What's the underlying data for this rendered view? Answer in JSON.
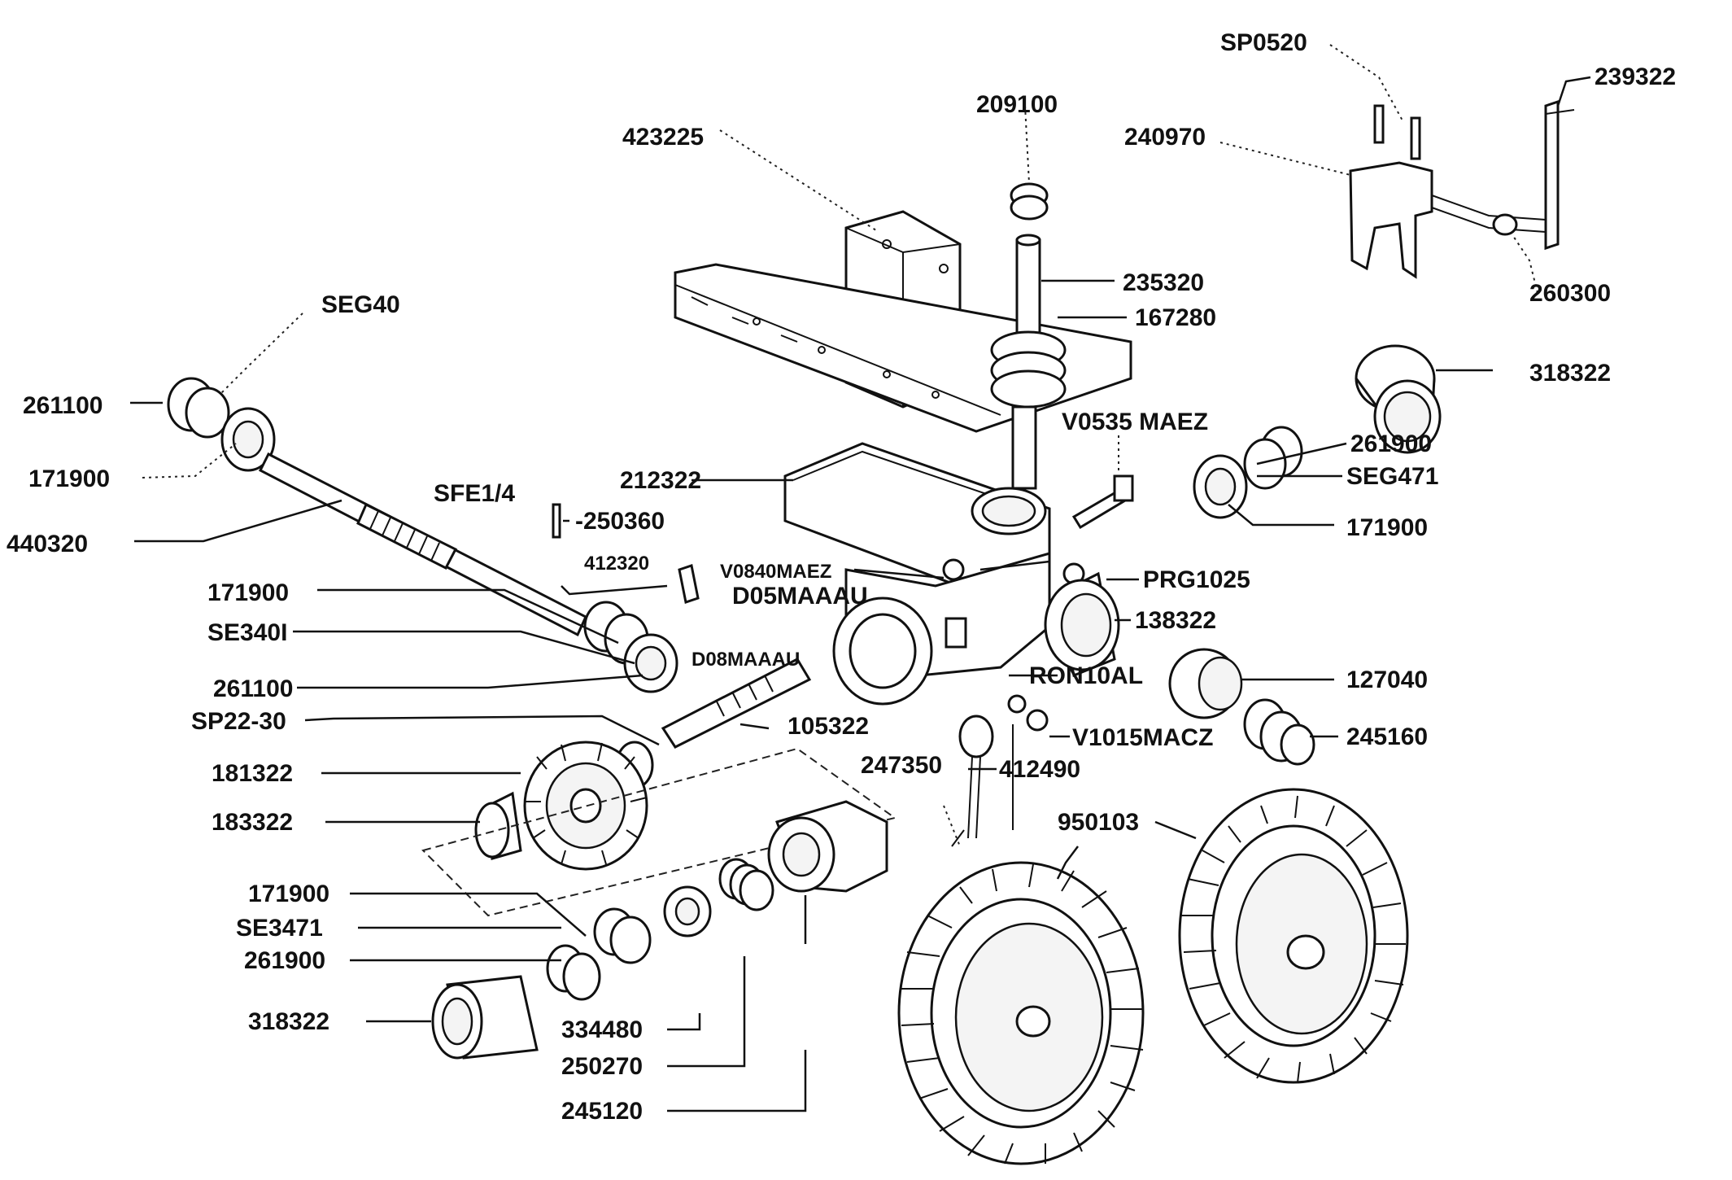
{
  "labels": [
    {
      "id": "l1",
      "text": "SP0520"
    },
    {
      "id": "l2",
      "text": "239322"
    },
    {
      "id": "l3",
      "text": "209100"
    },
    {
      "id": "l4",
      "text": "240970"
    },
    {
      "id": "l5",
      "text": "423225"
    },
    {
      "id": "l6",
      "text": "260300"
    },
    {
      "id": "l7",
      "text": "SEG40"
    },
    {
      "id": "l8",
      "text": "235320"
    },
    {
      "id": "l9",
      "text": "167280"
    },
    {
      "id": "l10",
      "text": "318322"
    },
    {
      "id": "l11",
      "text": "261100"
    },
    {
      "id": "l12",
      "text": "V0535 MAEZ"
    },
    {
      "id": "l13",
      "text": "261900"
    },
    {
      "id": "l14",
      "text": "171900"
    },
    {
      "id": "l15",
      "text": "SEG471"
    },
    {
      "id": "l16",
      "text": "212322"
    },
    {
      "id": "l17",
      "text": "SFE1/4"
    },
    {
      "id": "l18",
      "text": "-250360"
    },
    {
      "id": "l19",
      "text": "171900"
    },
    {
      "id": "l20",
      "text": "440320"
    },
    {
      "id": "l21",
      "text": "412320"
    },
    {
      "id": "l22",
      "text": "V0840MAEZ"
    },
    {
      "id": "l23",
      "text": "PRG1025"
    },
    {
      "id": "l24",
      "text": "171900"
    },
    {
      "id": "l25",
      "text": "D05MAAAU"
    },
    {
      "id": "l26",
      "text": "138322"
    },
    {
      "id": "l27",
      "text": "SE340I"
    },
    {
      "id": "l28",
      "text": "D08MAAAU"
    },
    {
      "id": "l29",
      "text": "261100"
    },
    {
      "id": "l30",
      "text": "RON10AL"
    },
    {
      "id": "l31",
      "text": "127040"
    },
    {
      "id": "l32",
      "text": "SP22-30"
    },
    {
      "id": "l33",
      "text": "105322"
    },
    {
      "id": "l34",
      "text": "V1015MACZ"
    },
    {
      "id": "l35",
      "text": "245160"
    },
    {
      "id": "l36",
      "text": "181322"
    },
    {
      "id": "l37",
      "text": "247350"
    },
    {
      "id": "l38",
      "text": "412490"
    },
    {
      "id": "l39",
      "text": "183322"
    },
    {
      "id": "l40",
      "text": "950103"
    },
    {
      "id": "l41",
      "text": "171900"
    },
    {
      "id": "l42",
      "text": "SE3471"
    },
    {
      "id": "l43",
      "text": "261900"
    },
    {
      "id": "l44",
      "text": "318322"
    },
    {
      "id": "l45",
      "text": "334480"
    },
    {
      "id": "l46",
      "text": "250270"
    },
    {
      "id": "l47",
      "text": "245120"
    }
  ]
}
